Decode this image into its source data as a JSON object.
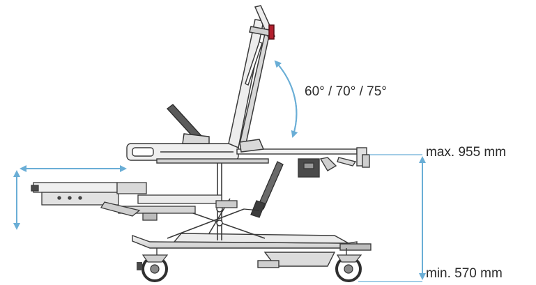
{
  "labels": {
    "backrest_angles": "60° / 70° / 75°",
    "max_height": "max. 955 mm",
    "min_height": "min. 570 mm"
  },
  "colors": {
    "line": "#3a3a3a",
    "frame_fill": "#e4e4e4",
    "dark_part": "#4a4a4a",
    "accent_handle": "#b21f2d",
    "dimension_arrow": "#6aaed6",
    "text": "#2b2b2b"
  }
}
